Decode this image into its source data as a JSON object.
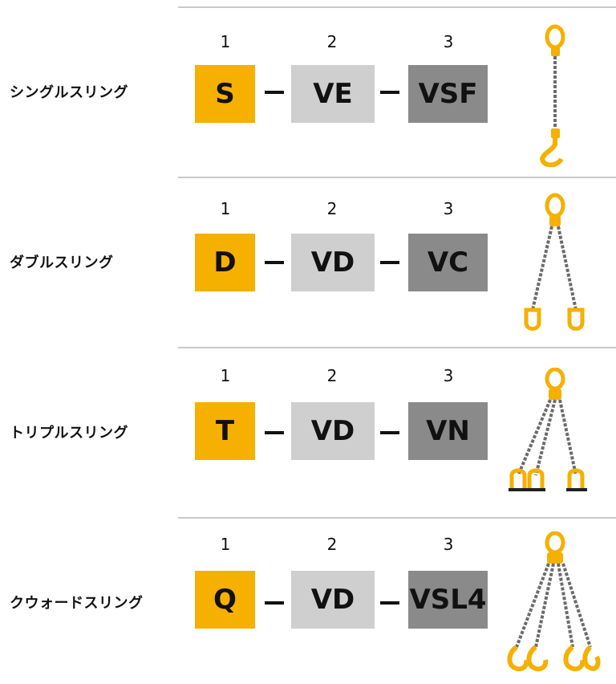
{
  "rows": [
    {
      "label": "シングルスリング",
      "numbers": [
        "1",
        "2",
        "3"
      ],
      "codes": [
        "S",
        "VE",
        "VSF"
      ],
      "illustration": "single-leg-sling-hook-icon"
    },
    {
      "label": "ダブルスリング",
      "numbers": [
        "1",
        "2",
        "3"
      ],
      "codes": [
        "D",
        "VD",
        "VC"
      ],
      "illustration": "double-leg-sling-clevis-icon"
    },
    {
      "label": "トリプルスリング",
      "numbers": [
        "1",
        "2",
        "3"
      ],
      "codes": [
        "T",
        "VD",
        "VN"
      ],
      "illustration": "triple-leg-sling-shackle-icon"
    },
    {
      "label": "クウォードスリング",
      "numbers": [
        "1",
        "2",
        "3"
      ],
      "codes": [
        "Q",
        "VD",
        "VSL4"
      ],
      "illustration": "quad-leg-sling-hook-icon"
    }
  ],
  "colors": {
    "position1": "#f5b000",
    "position2": "#cfcfcf",
    "position3": "#8a8a8a",
    "fitting": "#f5b000",
    "chain": "#6b6b6b"
  }
}
